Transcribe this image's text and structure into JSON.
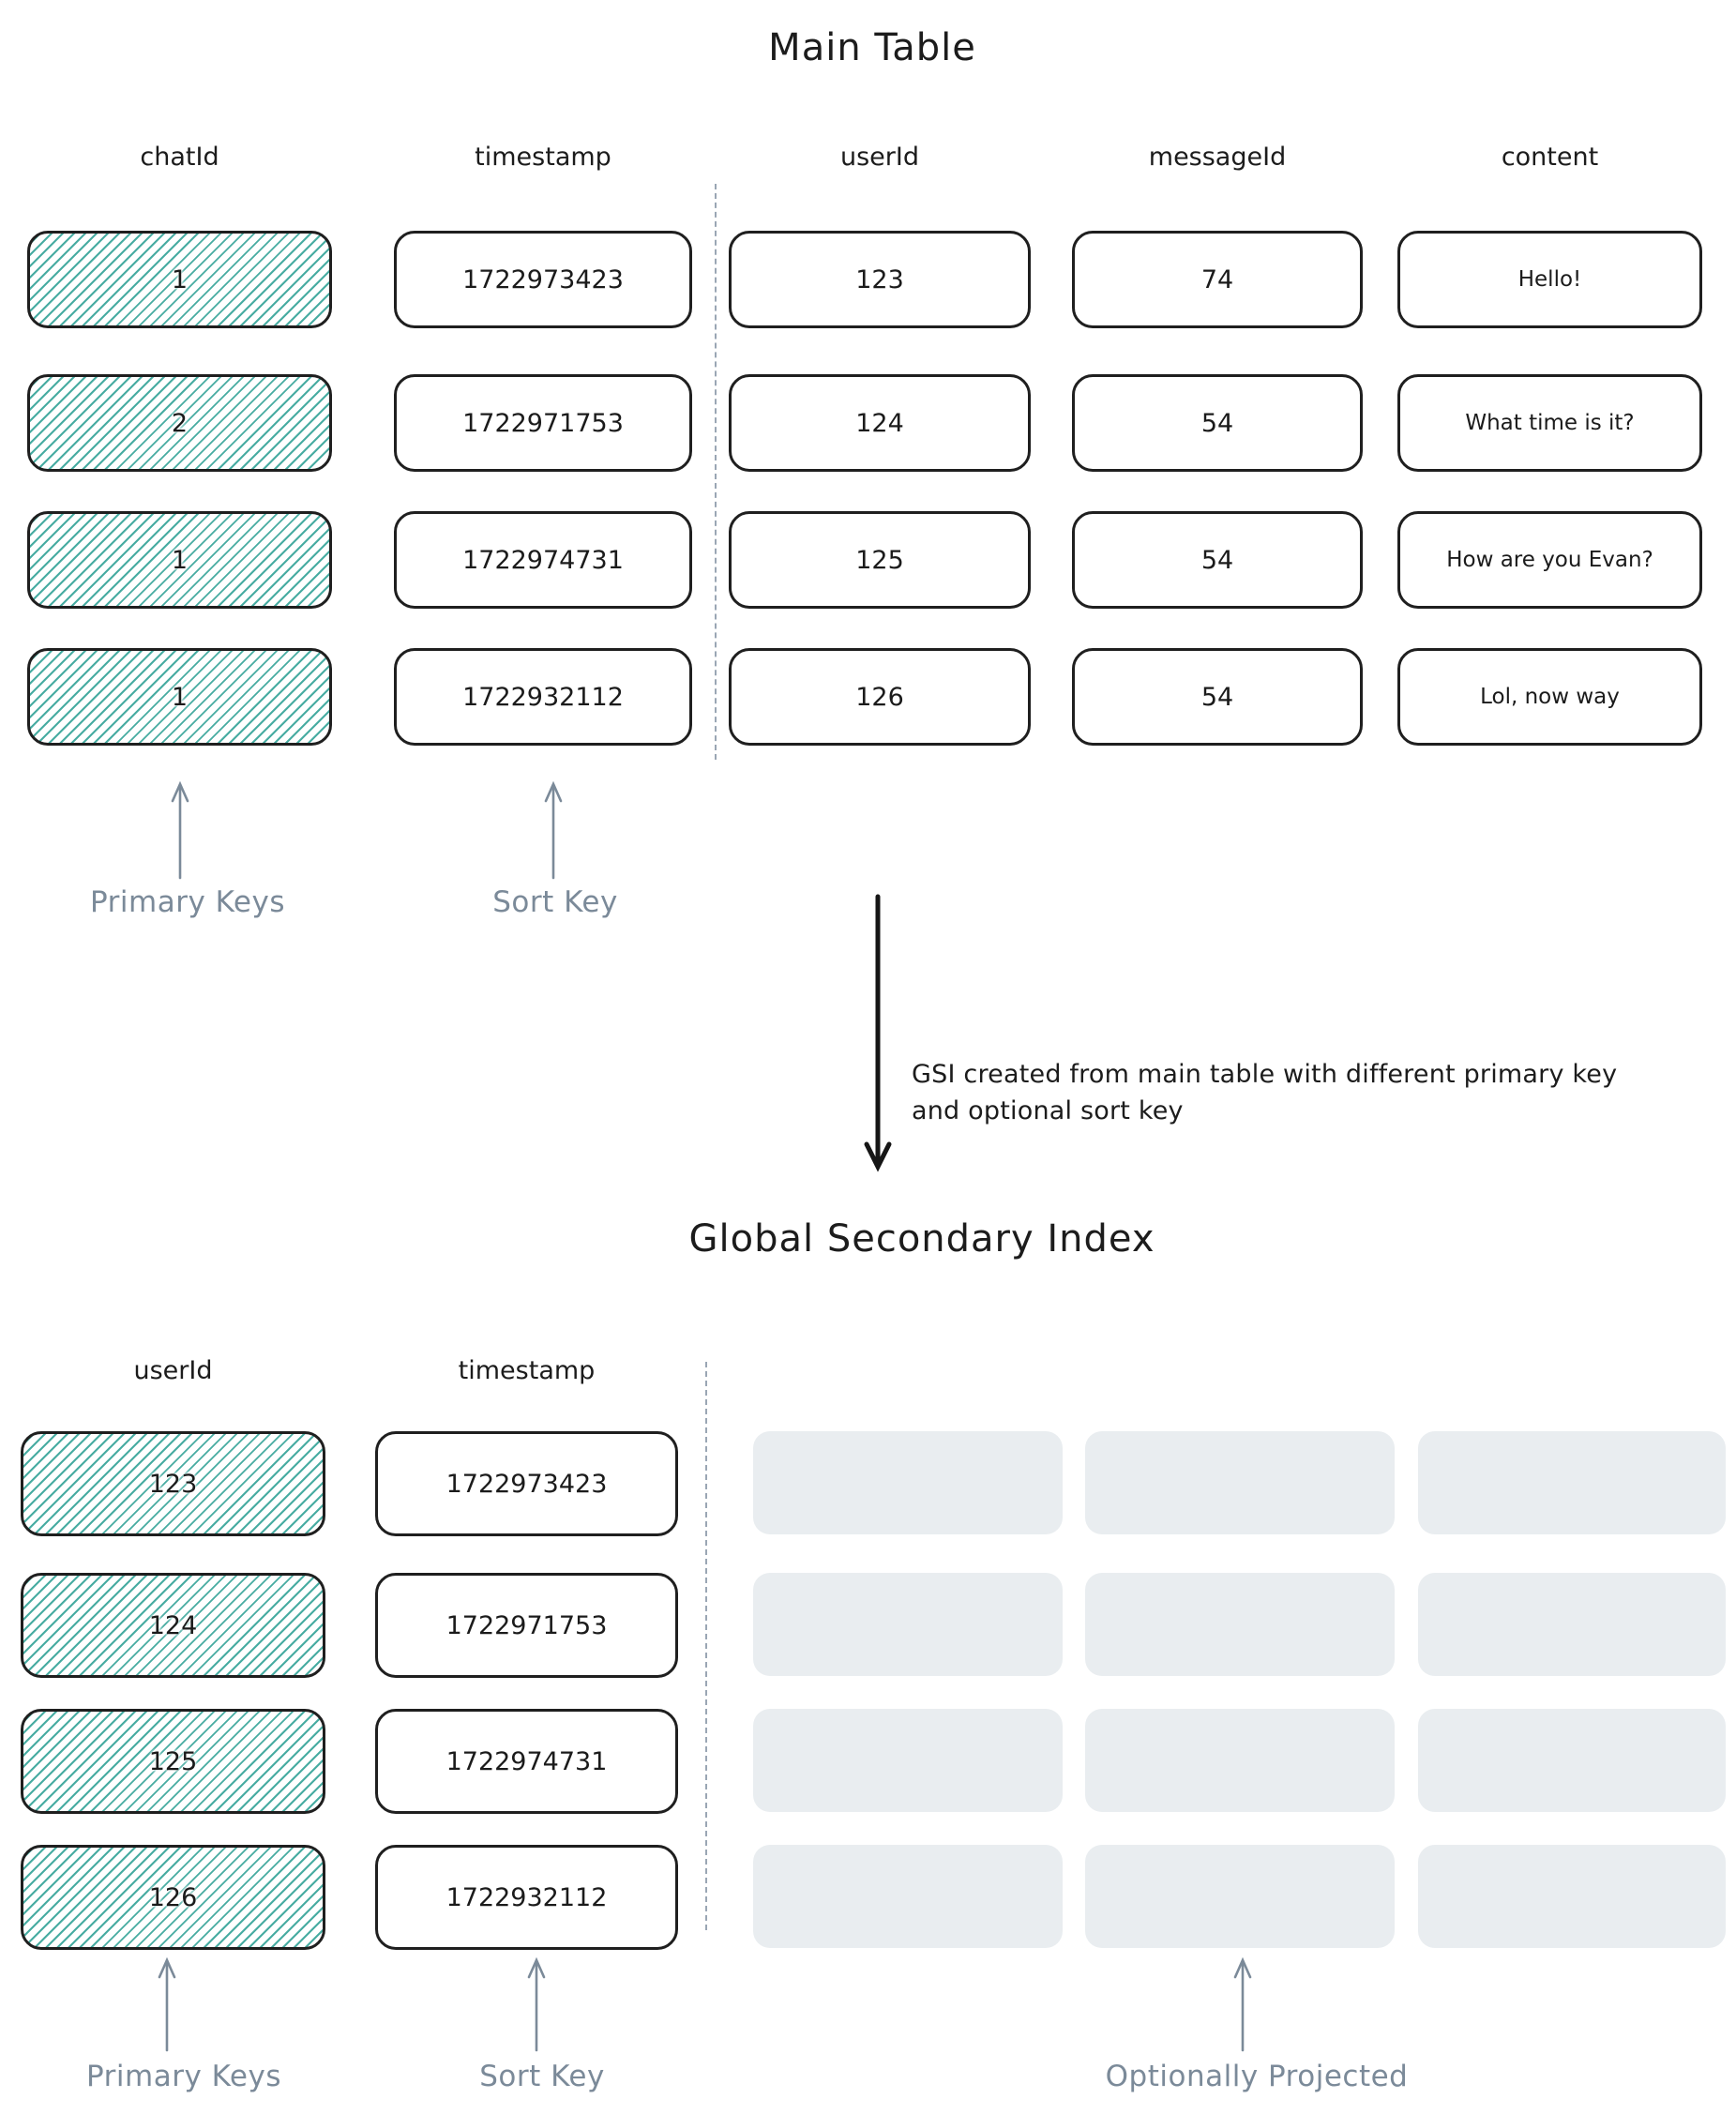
{
  "palette": {
    "ink": "#1e1e1e",
    "primary_key_hatch_teal": "#3ea99d",
    "muted_label_gray": "#7b8a99",
    "divider_gray": "#9aa6b4",
    "projected_placeholder_gray": "#e9edf0",
    "background": "#ffffff"
  },
  "main_table": {
    "title": "Main Table",
    "columns": [
      "chatId",
      "timestamp",
      "userId",
      "messageId",
      "content"
    ],
    "rows": [
      {
        "chatId": "1",
        "timestamp": "1722973423",
        "userId": "123",
        "messageId": "74",
        "content": "Hello!"
      },
      {
        "chatId": "2",
        "timestamp": "1722971753",
        "userId": "124",
        "messageId": "54",
        "content": "What time is it?"
      },
      {
        "chatId": "1",
        "timestamp": "1722974731",
        "userId": "125",
        "messageId": "54",
        "content": "How are you Evan?"
      },
      {
        "chatId": "1",
        "timestamp": "1722932112",
        "userId": "126",
        "messageId": "54",
        "content": "Lol, now way"
      }
    ],
    "primary_keys_label": "Primary Keys",
    "sort_key_label": "Sort Key"
  },
  "transition": {
    "annotation": "GSI created from main table with different primary key and optional sort key"
  },
  "gsi": {
    "title": "Global Secondary Index",
    "columns": [
      "userId",
      "timestamp"
    ],
    "rows": [
      {
        "userId": "123",
        "timestamp": "1722973423"
      },
      {
        "userId": "124",
        "timestamp": "1722971753"
      },
      {
        "userId": "125",
        "timestamp": "1722974731"
      },
      {
        "userId": "126",
        "timestamp": "1722932112"
      }
    ],
    "placeholder_grid": {
      "rows": 4,
      "cols": 3
    },
    "primary_keys_label": "Primary Keys",
    "sort_key_label": "Sort Key",
    "projected_label": "Optionally Projected"
  }
}
